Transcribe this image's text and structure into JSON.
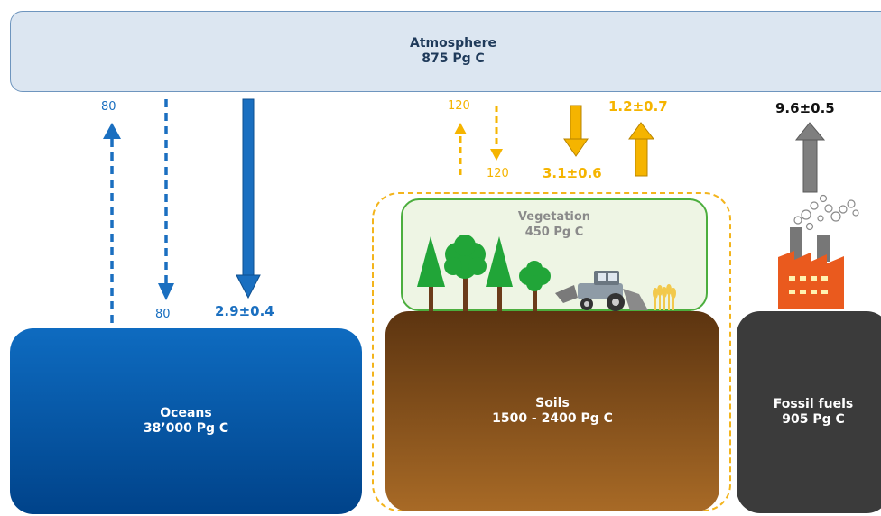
{
  "atmosphere": {
    "name": "Atmosphere",
    "value": "875 Pg C"
  },
  "oceans": {
    "name": "Oceans",
    "value": "38’000 Pg C"
  },
  "vegetation": {
    "name": "Vegetation",
    "value": "450 Pg C"
  },
  "soils": {
    "name": "Soils",
    "value": "1500 - 2400 Pg C"
  },
  "fossil": {
    "name": "Fossil fuels",
    "value": "905 Pg C"
  },
  "fluxes": {
    "ocean_up": "80",
    "ocean_down": "80",
    "ocean_net": "2.9±0.4",
    "land_up": "120",
    "land_down": "120",
    "land_sink": "3.1±0.6",
    "land_use": "1.2±0.7",
    "fossil_emission": "9.6±0.5"
  },
  "colors": {
    "ocean_flux": "#1a6fc0",
    "land_flux": "#f5b400",
    "fossil_flux": "#7f7f7f"
  }
}
